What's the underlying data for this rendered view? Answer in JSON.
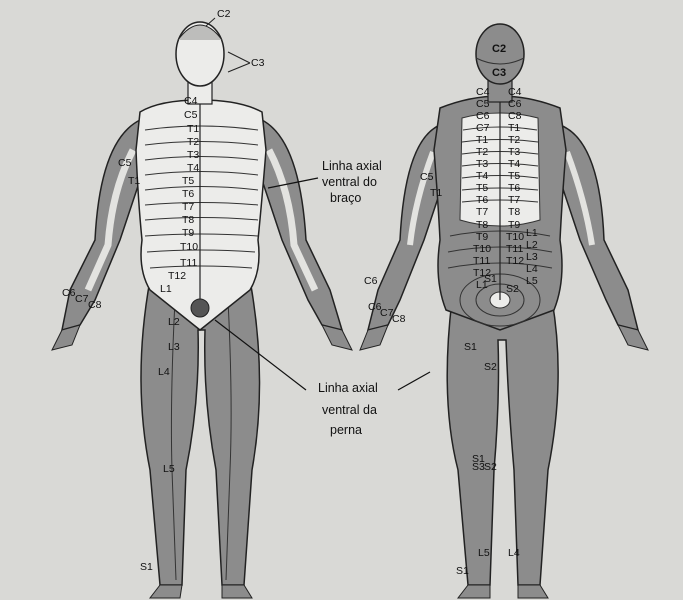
{
  "figure": {
    "front": {
      "head_labels": [
        "C2",
        "C3"
      ],
      "neck_labels": [
        "C4",
        "C5"
      ],
      "trunk_labels": [
        "T1",
        "T2",
        "T3",
        "T4",
        "T5",
        "T6",
        "T7",
        "T8",
        "T9",
        "T10",
        "T11",
        "T12",
        "L1"
      ],
      "arm_labels": [
        "C5",
        "T1",
        "C6",
        "C7",
        "C8"
      ],
      "leg_labels": [
        "L2",
        "L3",
        "L4",
        "L5",
        "S1"
      ],
      "annotation_arm": [
        "Linha axial",
        "ventral do",
        "braço"
      ],
      "annotation_leg": [
        "Linha axial",
        "ventral da",
        "perna"
      ]
    },
    "back": {
      "head_labels": [
        "C2",
        "C3"
      ],
      "spine_labels": [
        "C4",
        "C5",
        "C6",
        "C7",
        "T1",
        "T2",
        "T3",
        "T4",
        "T5",
        "T6",
        "T7",
        "T8",
        "T9",
        "T10",
        "T11",
        "T12",
        "L1",
        "L2",
        "L3",
        "L4",
        "L5",
        "S1",
        "S2"
      ],
      "side_labels": [
        "C4",
        "C6",
        "C8",
        "T1",
        "T2",
        "T3",
        "T4",
        "T5",
        "T6",
        "T7",
        "T8",
        "T9",
        "T10",
        "T11",
        "T12",
        "L1",
        "L2",
        "L3",
        "L4",
        "L5"
      ],
      "arm_labels": [
        "C5",
        "T1",
        "C6",
        "C7",
        "C8"
      ],
      "hand_label": "C6",
      "leg_labels": [
        "S1",
        "S2",
        "S3",
        "S1",
        "S2",
        "L5",
        "L4",
        "S1"
      ]
    }
  }
}
